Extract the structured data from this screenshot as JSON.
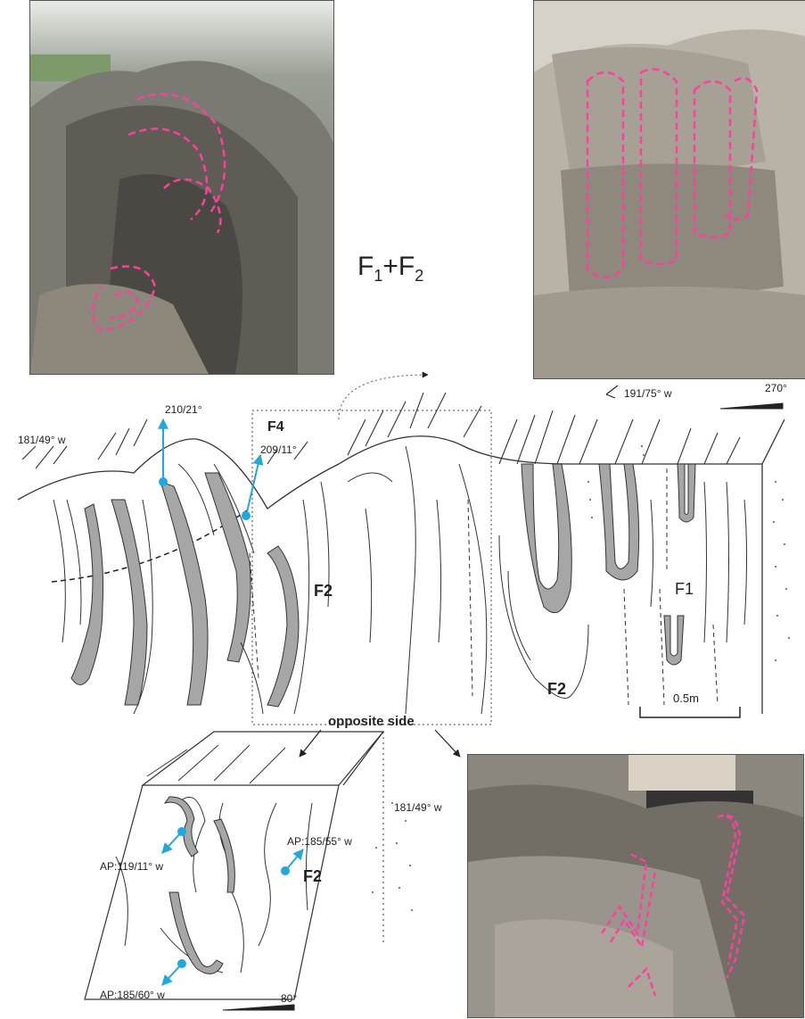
{
  "title": {
    "main": "F",
    "sub1": "1",
    "plus": "+F",
    "sub2": "2"
  },
  "orientations": {
    "left_bedding": "181/49° w",
    "lineation_1": "210/21°",
    "lineation_2": "209/11°",
    "top_bedding": "191/75° w",
    "strike_symbol": "270°",
    "opposite_bedding": "181/49° w",
    "bottom_strike": "80°"
  },
  "fold_labels": {
    "f4": "F4",
    "f2_center": "F2",
    "f2_lower": "F2",
    "f1": "F1",
    "f2_opposite": "F2"
  },
  "axial_planes": {
    "ap1": "AP:119/11° w",
    "ap2": "AP:185/55° w",
    "ap3": "AP:185/60° w"
  },
  "scale_bar": {
    "label": "0.5m"
  },
  "opposite_side": {
    "label": "opposite side"
  },
  "colors": {
    "fold_trace": "#ff3fa0",
    "axial_arrow": "#1fa8e0",
    "fill_layer": "#a6a6a6",
    "line": "#333333"
  }
}
